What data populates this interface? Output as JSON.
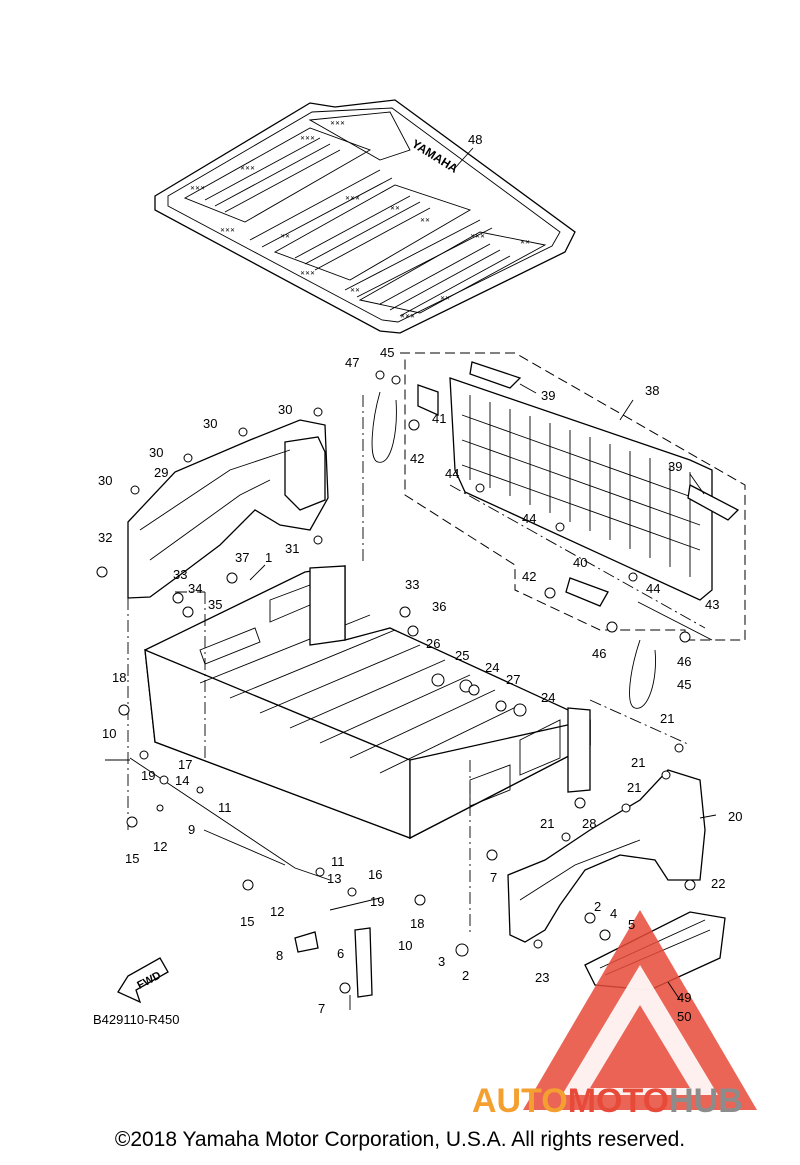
{
  "diagram_code": "B429110-R450",
  "copyright": "©2018 Yamaha Motor Corporation, U.S.A. All rights reserved.",
  "direction_label": "FWD",
  "watermark": {
    "auto": "AUTO",
    "moto": "MOTO",
    "hub": "HUB",
    "color_red": "#e84a3a",
    "color_orange": "#f4a030",
    "color_gray": "#8c8c8c"
  },
  "mat_logo_text": "YAMAHA",
  "callouts": [
    {
      "n": "48"
    },
    {
      "n": "47"
    },
    {
      "n": "45"
    },
    {
      "n": "39"
    },
    {
      "n": "38"
    },
    {
      "n": "41"
    },
    {
      "n": "42"
    },
    {
      "n": "44"
    },
    {
      "n": "39"
    },
    {
      "n": "44"
    },
    {
      "n": "30"
    },
    {
      "n": "30"
    },
    {
      "n": "30"
    },
    {
      "n": "30"
    },
    {
      "n": "29"
    },
    {
      "n": "32"
    },
    {
      "n": "31"
    },
    {
      "n": "37"
    },
    {
      "n": "1"
    },
    {
      "n": "40"
    },
    {
      "n": "42"
    },
    {
      "n": "44"
    },
    {
      "n": "43"
    },
    {
      "n": "33"
    },
    {
      "n": "34"
    },
    {
      "n": "35"
    },
    {
      "n": "33"
    },
    {
      "n": "36"
    },
    {
      "n": "26"
    },
    {
      "n": "25"
    },
    {
      "n": "24"
    },
    {
      "n": "46"
    },
    {
      "n": "46"
    },
    {
      "n": "45"
    },
    {
      "n": "18"
    },
    {
      "n": "27"
    },
    {
      "n": "24"
    },
    {
      "n": "21"
    },
    {
      "n": "10"
    },
    {
      "n": "17"
    },
    {
      "n": "19"
    },
    {
      "n": "14"
    },
    {
      "n": "11"
    },
    {
      "n": "21"
    },
    {
      "n": "21"
    },
    {
      "n": "20"
    },
    {
      "n": "28"
    },
    {
      "n": "9"
    },
    {
      "n": "15"
    },
    {
      "n": "12"
    },
    {
      "n": "21"
    },
    {
      "n": "11"
    },
    {
      "n": "7"
    },
    {
      "n": "13"
    },
    {
      "n": "16"
    },
    {
      "n": "19"
    },
    {
      "n": "22"
    },
    {
      "n": "15"
    },
    {
      "n": "12"
    },
    {
      "n": "18"
    },
    {
      "n": "10"
    },
    {
      "n": "2"
    },
    {
      "n": "4"
    },
    {
      "n": "5"
    },
    {
      "n": "8"
    },
    {
      "n": "6"
    },
    {
      "n": "3"
    },
    {
      "n": "2"
    },
    {
      "n": "23"
    },
    {
      "n": "49"
    },
    {
      "n": "7"
    },
    {
      "n": "50"
    }
  ]
}
